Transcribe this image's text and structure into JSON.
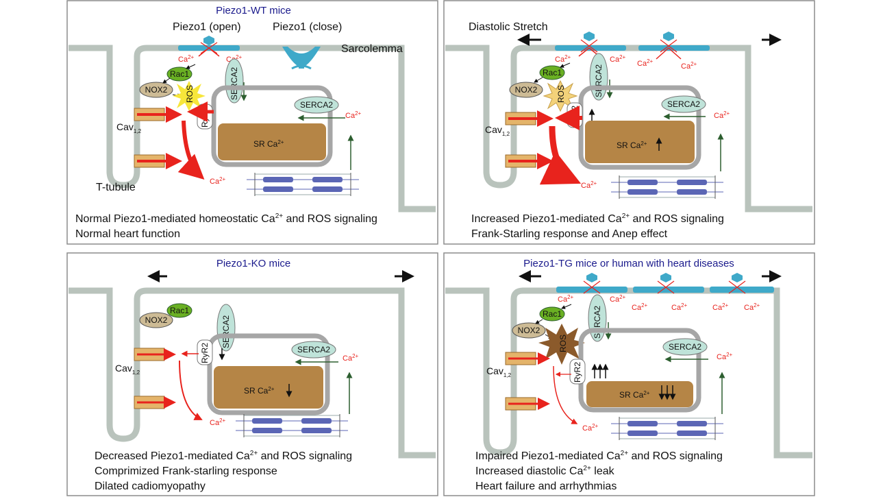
{
  "colors": {
    "border": "#8c8c8c",
    "membrane": "#b9c3bc",
    "sr_fill": "#b58546",
    "sr_border": "#a6a6a6",
    "serca_fill": "#bfe3d9",
    "rac1": "#6ab023",
    "nox2": "#cdbb95",
    "piezo": "#3fa9c9",
    "red": "#e8231d",
    "green_arrow": "#2c5e2f",
    "ros_yellow": "#f7e63a",
    "ros_brown": "#8b5a2b",
    "title": "#1a1a8c",
    "sarcomere": "#5b66b5"
  },
  "labels": {
    "ca2": "Ca",
    "ca2_sup": "2+",
    "rac1": "Rac1",
    "nox2": "NOX2",
    "ros": "ROS",
    "serca2": "SERCA2",
    "ryr2": "RyR2",
    "sr_ca": "SR Ca",
    "cav": "Cav",
    "cav_sub": "1,2"
  },
  "panels": [
    {
      "title": "Piezo1-WT mice",
      "labels": {
        "piezo_open": "Piezo1 (open)",
        "piezo_close": "Piezo1 (close)",
        "sarcolemma": "Sarcolemma",
        "ttubule": "T-tubule"
      },
      "caption": [
        {
          "pre": "Normal Piezo1-mediated homeostatic Ca",
          "sup": "2+",
          "post": " and ROS signaling"
        },
        {
          "pre": "Normal heart function",
          "sup": "",
          "post": ""
        }
      ]
    },
    {
      "title": "",
      "labels": {
        "stretch": "Diastolic Stretch"
      },
      "caption": [
        {
          "pre": "Increased Piezo1-mediated Ca",
          "sup": "2+",
          "post": " and ROS signaling"
        },
        {
          "pre": "Frank-Starling response and Anep effect",
          "sup": "",
          "post": ""
        }
      ]
    },
    {
      "title": "Piezo1-KO mice",
      "labels": {},
      "caption": [
        {
          "pre": "Decreased Piezo1-mediated Ca",
          "sup": "2+",
          "post": " and ROS signaling"
        },
        {
          "pre": "Comprimized Frank-starling response",
          "sup": "",
          "post": ""
        },
        {
          "pre": "Dilated cadiomyopathy",
          "sup": "",
          "post": ""
        }
      ]
    },
    {
      "title": "Piezo1-TG mice or human with heart diseases",
      "labels": {},
      "caption": [
        {
          "pre": "Impaired Piezo1-mediated Ca",
          "sup": "2+",
          "post": " and ROS signaling"
        },
        {
          "pre": "Increased diastolic Ca",
          "sup": "2+",
          "post": " leak"
        },
        {
          "pre": "Heart failure and arrhythmias",
          "sup": "",
          "post": ""
        }
      ]
    }
  ]
}
